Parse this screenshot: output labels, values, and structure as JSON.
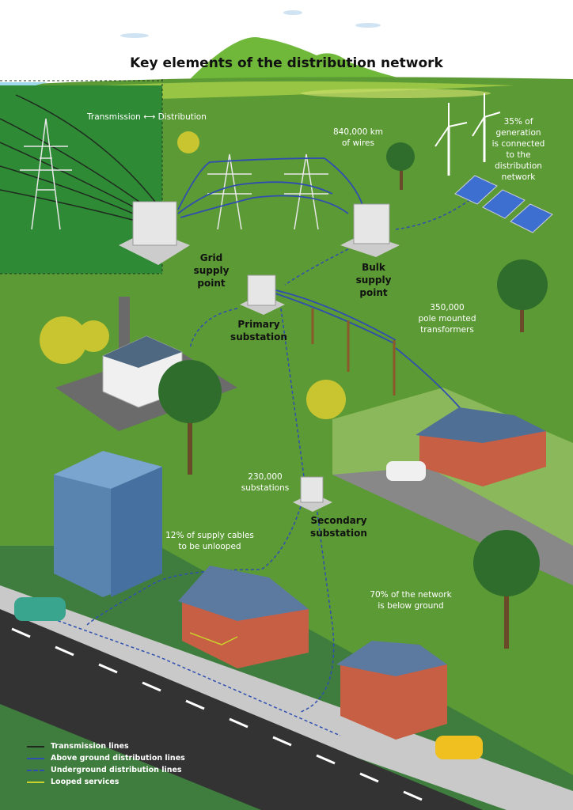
{
  "title": "Key elements of the distribution network",
  "boundary": {
    "left": "Transmission",
    "arrow": "⟷",
    "right": "Distribution"
  },
  "annotations": {
    "wires": [
      "840,000 km",
      "of wires"
    ],
    "generation": [
      "35% of",
      "generation",
      "is connected",
      "to the",
      "distribution",
      "network"
    ],
    "pole_transformers": [
      "350,000",
      "pole mounted",
      "transformers"
    ],
    "substations": [
      "230,000",
      "substations"
    ],
    "unlooped": [
      "12% of supply cables",
      "to be unlooped"
    ],
    "below_ground": [
      "70% of the network",
      "is below ground"
    ]
  },
  "nodes": {
    "grid_supply_point": [
      "Grid",
      "supply",
      "point"
    ],
    "bulk_supply_point": [
      "Bulk",
      "supply",
      "point"
    ],
    "primary_substation": [
      "Primary",
      "substation"
    ],
    "secondary_substation": [
      "Secondary",
      "substation"
    ]
  },
  "legend": [
    {
      "label": "Transmission lines",
      "color": "#1f2a1f",
      "style": "solid"
    },
    {
      "label": "Above ground distribution lines",
      "color": "#2f4fb0",
      "style": "solid"
    },
    {
      "label": "Underground distribution lines",
      "color": "#2f4fb0",
      "style": "dashed"
    },
    {
      "label": "Looped services",
      "color": "#c9d12a",
      "style": "solid"
    }
  ],
  "colors": {
    "field": "#5b9a34",
    "transmission_zone": "#2f8a36",
    "road": "#3a3a3a",
    "line_blue": "#2f4fb0"
  }
}
